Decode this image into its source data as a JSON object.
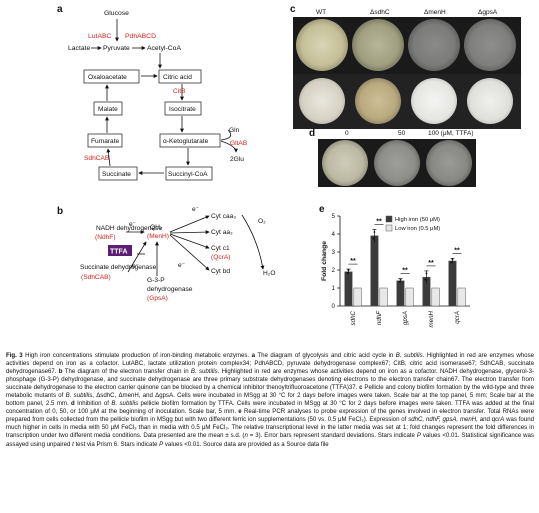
{
  "panels": {
    "a": {
      "letter": "a",
      "glucose": "Glucose",
      "lutabc": "LutABC",
      "lactate": "Lactate",
      "pyruvate": "Pyruvate",
      "pdhabcd": "PdhABCD",
      "acetylcoa": "Acetyl-CoA",
      "oxaloacetate": "Oxaloacetate",
      "citric_acid": "Citric acid",
      "citb": "CitB",
      "malate": "Malate",
      "isocitrate": "Isocitrate",
      "fumarate": "Fumarate",
      "akg": "α-Ketoglutarate",
      "gln": "Gln",
      "gltab": "GltAB",
      "glu": "2Glu",
      "sdhcab": "SdhCAB",
      "succinate": "Succinate",
      "succinylcoa": "Succinyl-CoA"
    },
    "b": {
      "letter": "b",
      "nadh_dh": "NADH dehydrogenase",
      "ndhf": "(NdhF)",
      "ttfa": "TTFA",
      "succ_dh": "Succinate dehydrogenase",
      "sdhcab": "(SdhCAB)",
      "electron": "e⁻",
      "qh2": "QH₂",
      "menh": "(MenH)",
      "g3p": "G-3-P",
      "g3p_dh": "dehydrogenase",
      "gpsa": "(GpsA)",
      "cyt_caa3": "Cyt caa₃",
      "cyt_aa3": "Cyt aa₃",
      "cyt_c1": "Cyt c1",
      "qcra": "(QcrA)",
      "cyt_bd": "Cyt bd",
      "o2": "O₂",
      "h2o": "H₂O"
    },
    "c": {
      "letter": "c",
      "labels": [
        "WT",
        "ΔsdhC",
        "ΔmenH",
        "ΔgpsA"
      ]
    },
    "d": {
      "letter": "d",
      "labels": [
        "0",
        "50",
        "100 (μM, TTFA)"
      ]
    },
    "e": {
      "letter": "e",
      "ylabel": "Fold change",
      "legend_high": "High iron (50 μM)",
      "legend_low": "Low iron (0.5 μM)",
      "significance": "**"
    }
  },
  "colors": {
    "enzyme_red": "#d9221c",
    "ttfa_box": "#5b1e74",
    "bar_high": "#3b3b3b",
    "bar_low": "#e8e8e8"
  },
  "chart_data": {
    "type": "bar",
    "categories": [
      "sdhC",
      "ndhF",
      "gpsA",
      "menH",
      "qcrA"
    ],
    "series": [
      {
        "name": "High iron (50 μM)",
        "values": [
          1.9,
          3.9,
          1.4,
          1.6,
          2.5
        ],
        "errors": [
          0.15,
          0.35,
          0.12,
          0.35,
          0.15
        ]
      },
      {
        "name": "Low iron (0.5 μM)",
        "values": [
          1.0,
          1.0,
          1.0,
          1.0,
          1.0
        ],
        "errors": [
          0,
          0,
          0,
          0,
          0
        ]
      }
    ],
    "ylabel": "Fold change",
    "yticks": [
      0,
      1,
      2,
      3,
      4,
      5
    ],
    "ylim": [
      0,
      5
    ],
    "annotations": [
      "**",
      "**",
      "**",
      "**",
      "**"
    ],
    "legend": "top-right"
  },
  "caption": {
    "parts": [
      [
        "b",
        "Fig. 3"
      ],
      [
        "t",
        " High iron concentrations stimulate production of iron-binding metabolic enzymes. "
      ],
      [
        "b",
        "a"
      ],
      [
        "t",
        " The diagram of glycolysis and citric acid cycle in "
      ],
      [
        "i",
        "B. subtilis"
      ],
      [
        "t",
        ". Highlighted in red are enzymes whose activities depend on iron as a cofactor. LutABC, lactate utilization protein complex34; PdhABCD, pyruvate dehydrogenase complex67; CitB, citric acid isomerase67; SdhCAB, succinate dehydrogenase67. "
      ],
      [
        "b",
        "b"
      ],
      [
        "t",
        " The diagram of the electron transfer chain in "
      ],
      [
        "i",
        "B. subtilis"
      ],
      [
        "t",
        ". Highlighted in red are enzymes whose activities depend on iron as a cofactor. NADH dehydrogenase, glycerol-3-phosphage (G-3-P) dehydrogenase, and succinate dehydrogenase are three primary substrate dehydrogenases denoting electrons to the electron transfer chain67. The electron transfer from succinate dehydrogenase to the electron carrier quinone can be blocked by a chemical inhibitor thenoyltrifluoroacetone (TTFA)37. "
      ],
      [
        "b",
        "c"
      ],
      [
        "t",
        " Pellicle and colony biofilm formation by the wild-type and three metabolic mutants of "
      ],
      [
        "i",
        "B. subtilis"
      ],
      [
        "t",
        ", ΔsdhC, ΔmenH, and ΔgpsA. Cells were incubated in MSgg at 30 °C for 2 days before images were taken. Scale bar at the top panel, 5 mm; Scale bar at the bottom panel, 2.5 mm. "
      ],
      [
        "b",
        "d"
      ],
      [
        "t",
        " Inhibition of "
      ],
      [
        "i",
        "B. subtilis"
      ],
      [
        "t",
        " pellicle biofilm formation by TTFA. Cells were incubated in MSgg at 30 °C for 2 days before images were taken. TTFA was added at the final concentration of 0, 50, or 100 μM at the beginning of inoculation. Scale bar, 5 mm. "
      ],
      [
        "b",
        "e"
      ],
      [
        "t",
        " Real-time PCR analyses to probe expression of the genes involved in electron transfer. Total RNAs were prepared from cells collected from the pellicle biofilm in MSgg but with two different ferric ion supplementations (50 vs. 0.5 μM FeCl₃). Expression of "
      ],
      [
        "i",
        "sdhC, ndhF, gpsA, menH,"
      ],
      [
        "t",
        " and "
      ],
      [
        "i",
        "qcrA"
      ],
      [
        "t",
        " was found much higher in cells in media with 50 μM FeCl₃ than in media with 0.5 μM FeCl₃. The relative transcriptional level in the latter media was set at 1; fold changes represent the fold differences in transcription under two different media conditions. Data presented are the mean ± s.d. ("
      ],
      [
        "i",
        "n"
      ],
      [
        "t",
        " = 3). Error bars represent standard deviations. Stars indicate "
      ],
      [
        "i",
        "P"
      ],
      [
        "t",
        " values <0.01. Statistical significance was assayed using unpaired "
      ],
      [
        "i",
        "t"
      ],
      [
        "t",
        " test via Prism 6. Stars indicate "
      ],
      [
        "i",
        "P"
      ],
      [
        "t",
        " values <0.01. Source data are provided as a Source data file"
      ]
    ]
  }
}
